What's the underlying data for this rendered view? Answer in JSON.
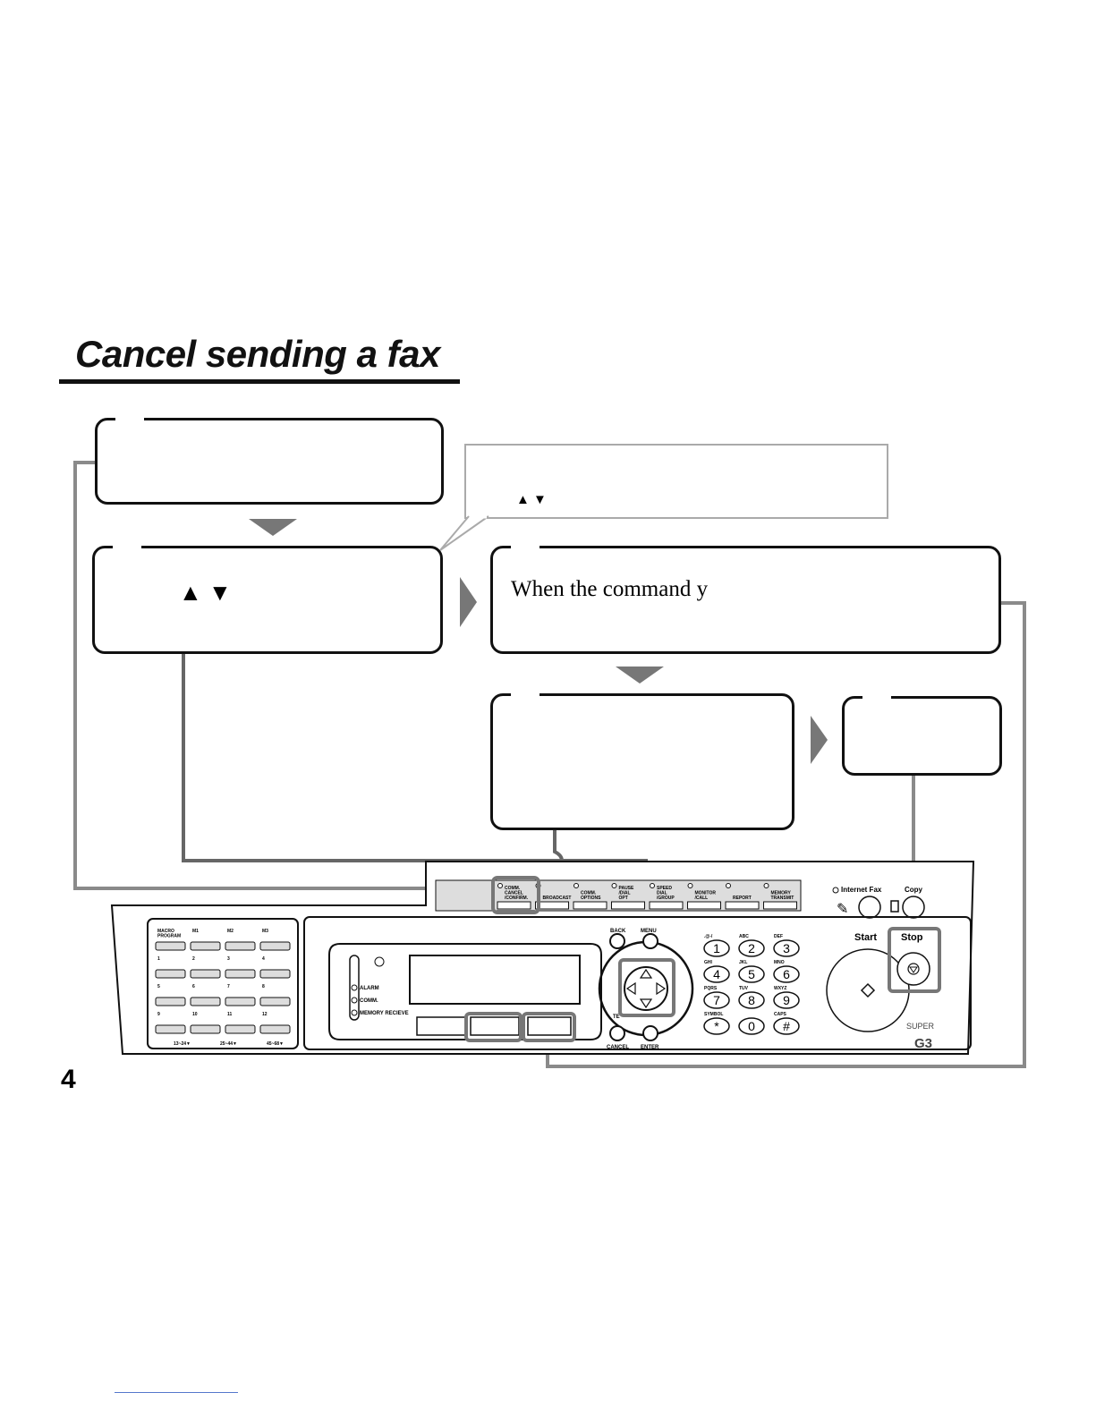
{
  "page": {
    "title": "Cancel sending a fax",
    "page_number": "4"
  },
  "steps": {
    "callout_arrows": "▲  ▼",
    "step2_arrows": "▲   ▼",
    "step3_text": "When the command y"
  },
  "panel": {
    "one_touch": {
      "top_row": [
        "MACRO PROGRAM",
        "M1",
        "M2",
        "M3"
      ],
      "rows": [
        [
          "1",
          "2",
          "3",
          "4"
        ],
        [
          "5",
          "6",
          "7",
          "8"
        ],
        [
          "9",
          "10",
          "11",
          "12"
        ]
      ],
      "page_labels": [
        "13~24▼",
        "25~44▼",
        "45~68▼"
      ]
    },
    "function_keys": [
      "COMM. CANCEL /CONFIRM.",
      "BROADCAST",
      "COMM. OPTIONS",
      "PAUSE /DIAL OPT",
      "SPEED DIAL /GROUP",
      "MONITOR /CALL",
      "REPORT",
      "MEMORY TRANSMIT"
    ],
    "status_lamps": [
      "ALARM",
      "COMM.",
      "MEMORY RECIEVE"
    ],
    "nav_labels": {
      "back": "BACK",
      "menu": "MENU",
      "cancel": "CANCEL",
      "enter": "ENTER",
      "tel": "TE"
    },
    "keypad": [
      {
        "key": "1",
        "letters": ".@-/"
      },
      {
        "key": "2",
        "letters": "ABC"
      },
      {
        "key": "3",
        "letters": "DEF"
      },
      {
        "key": "4",
        "letters": "GHI"
      },
      {
        "key": "5",
        "letters": "JKL"
      },
      {
        "key": "6",
        "letters": "MNO"
      },
      {
        "key": "7",
        "letters": "PQRS"
      },
      {
        "key": "8",
        "letters": "TUV"
      },
      {
        "key": "9",
        "letters": "WXYZ"
      },
      {
        "key": "*",
        "letters": "SYMBOL"
      },
      {
        "key": "0",
        "letters": ""
      },
      {
        "key": "#",
        "letters": "CAPS"
      }
    ],
    "mode_labels": {
      "internet_fax": "Internet Fax",
      "copy": "Copy"
    },
    "start_label": "Start",
    "stop_label": "Stop",
    "badge": {
      "super": "SUPER",
      "g3": "G3"
    }
  },
  "colors": {
    "connector": "#8a8a8a",
    "highlight": "#777777",
    "border": "#111111"
  }
}
